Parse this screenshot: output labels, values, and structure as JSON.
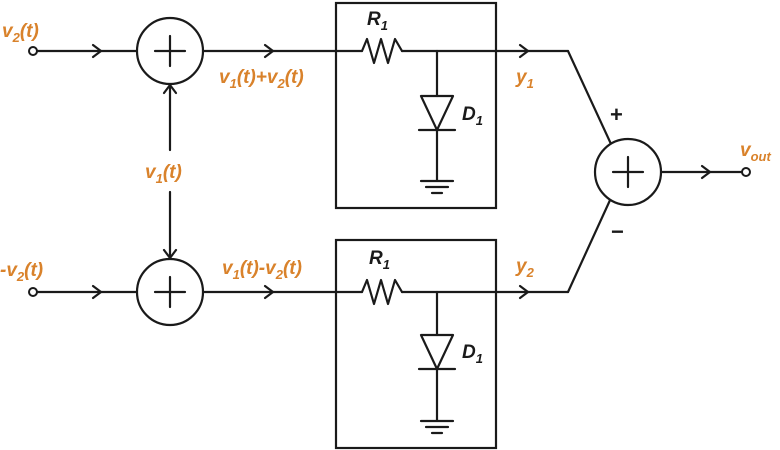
{
  "colors": {
    "accent": "#d9822b",
    "ink": "#1a1a1a"
  },
  "labels": {
    "input_top": {
      "main": "v",
      "sub": "2",
      "tail": "(t)"
    },
    "input_bottom": {
      "main": "-v",
      "sub": "2",
      "tail": "(t)"
    },
    "v1": {
      "main": "v",
      "sub": "1",
      "tail": "(t)"
    },
    "sum_top": {
      "a": "v",
      "a_sub": "1",
      "b": "(t)+v",
      "b_sub": "2",
      "c": "(t)"
    },
    "sum_bottom": {
      "a": "v",
      "a_sub": "1",
      "b": "(t)-v",
      "b_sub": "2",
      "c": "(t)"
    },
    "y1": {
      "main": "y",
      "sub": "1"
    },
    "y2": {
      "main": "y",
      "sub": "2"
    },
    "vout": {
      "main": "v",
      "sub": "out"
    },
    "r_top": {
      "main": "R",
      "sub": "1"
    },
    "r_bottom": {
      "main": "R",
      "sub": "1"
    },
    "d_top": {
      "main": "D",
      "sub": "1"
    },
    "d_bottom": {
      "main": "D",
      "sub": "1"
    },
    "plus_sign": "+",
    "minus_sign": "−"
  }
}
